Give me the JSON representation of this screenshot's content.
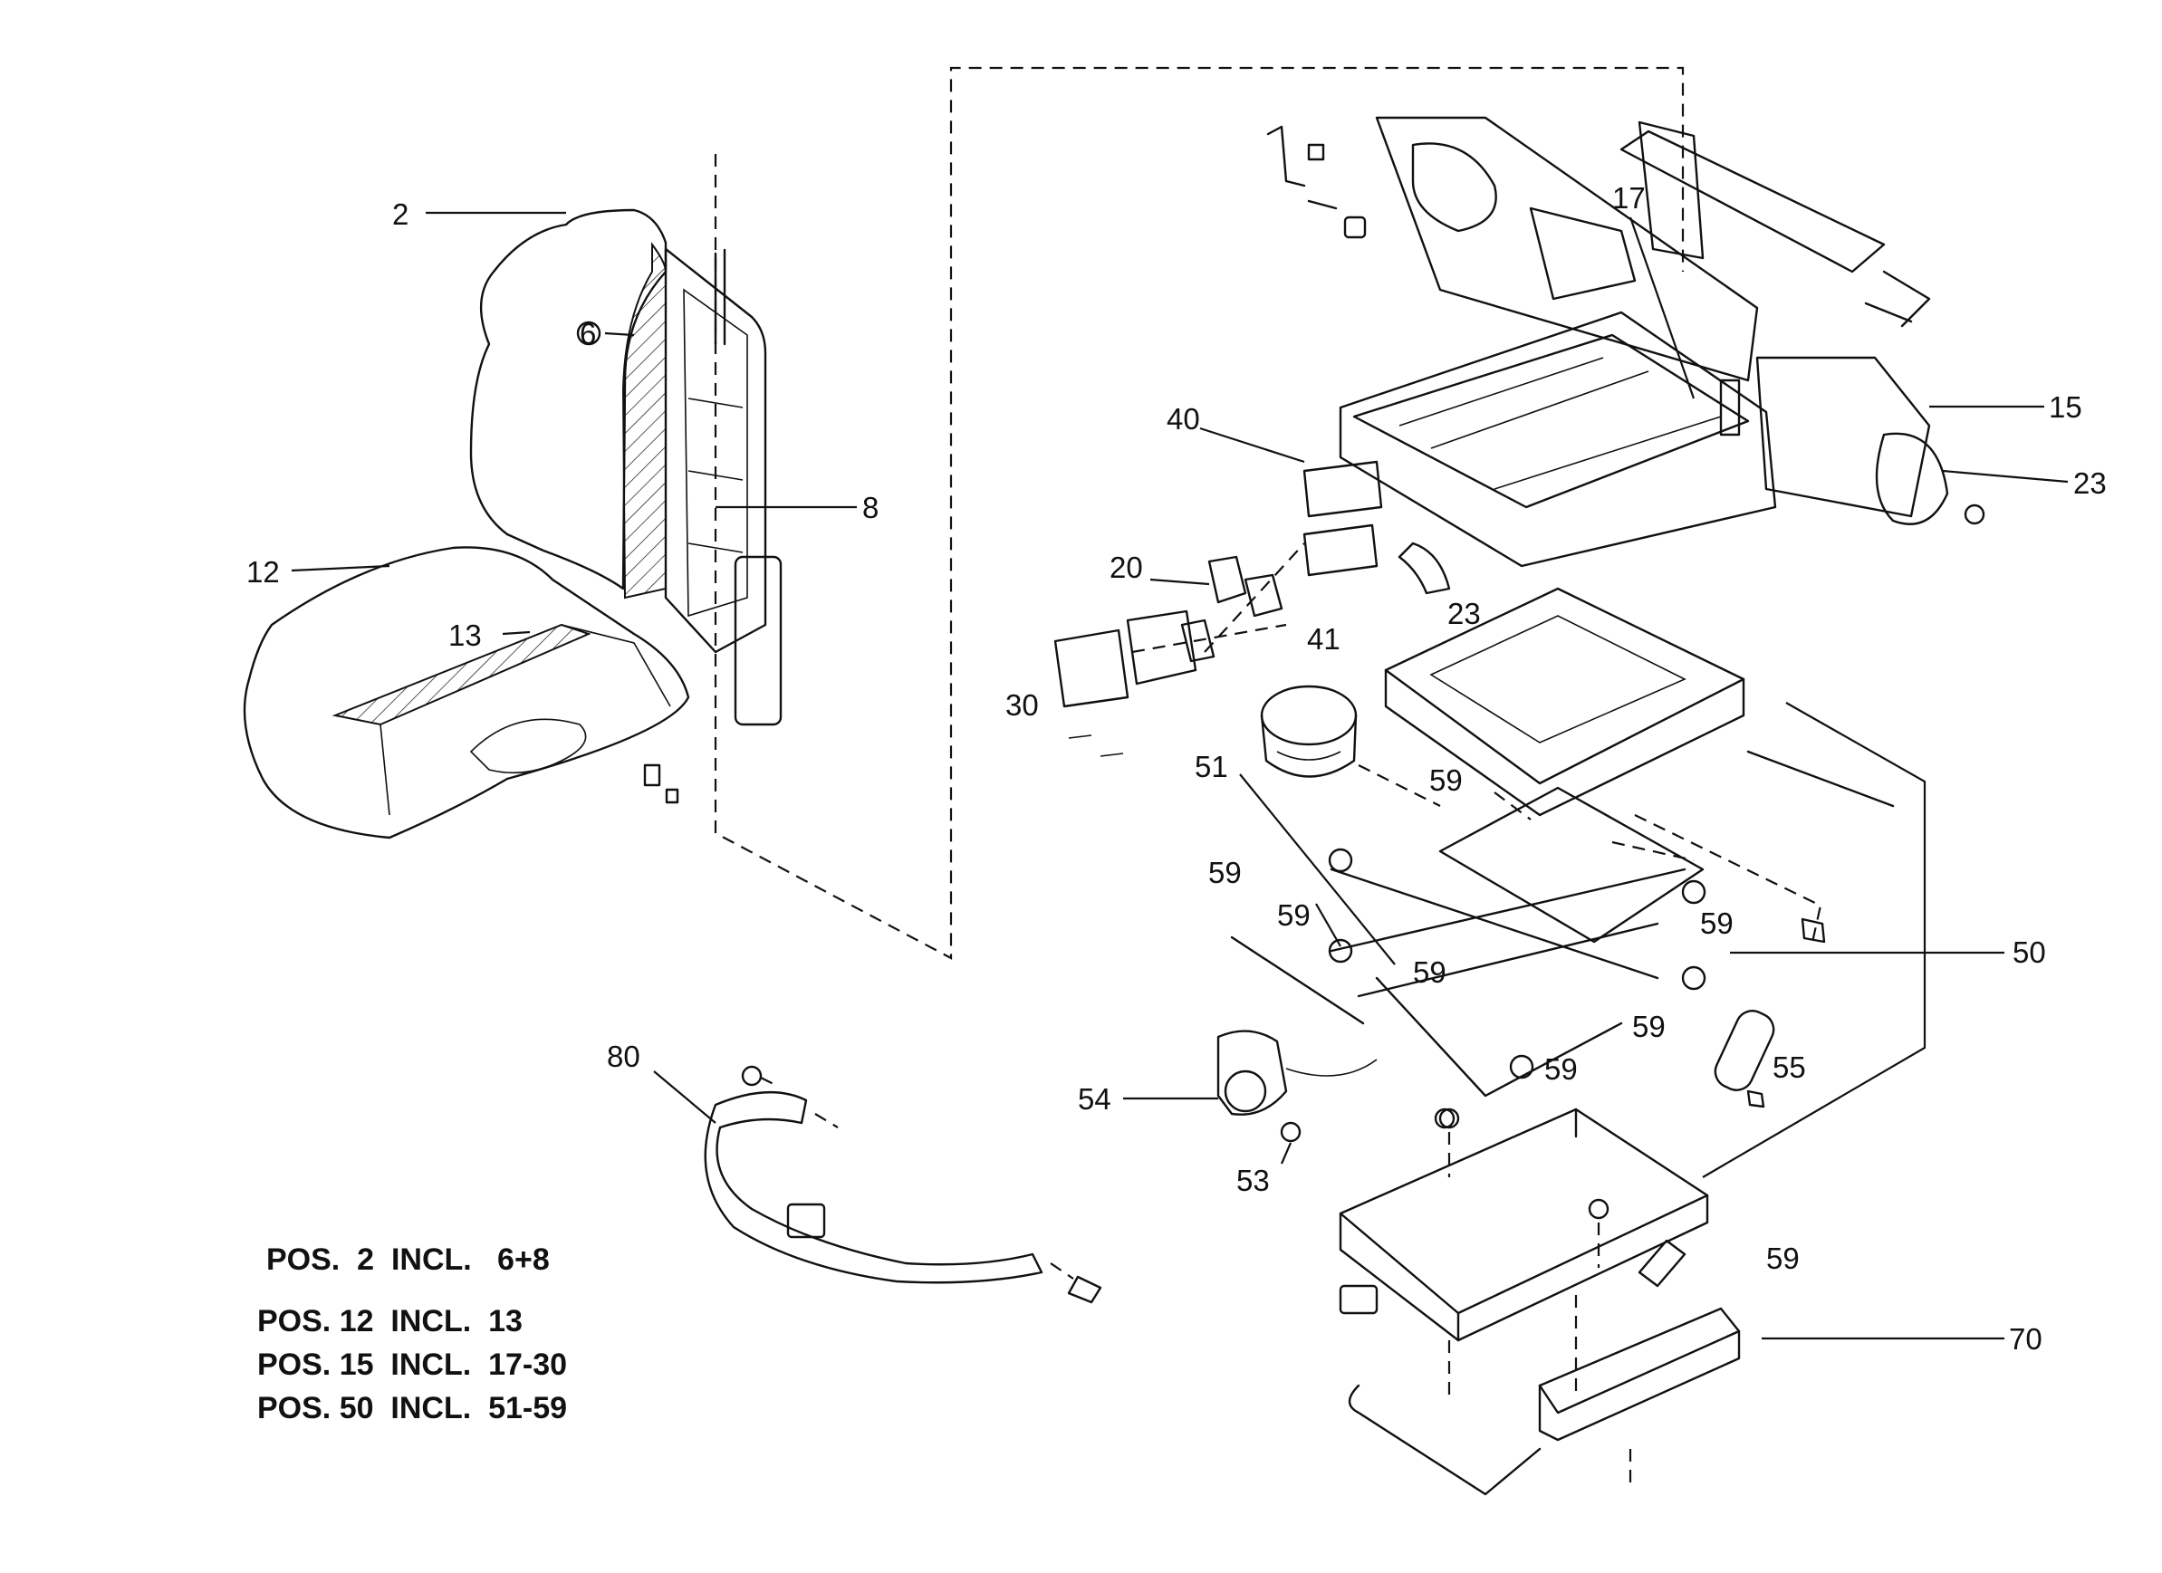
{
  "callouts": {
    "c2": "2",
    "c6": "6",
    "c8": "8",
    "c12": "12",
    "c13": "13",
    "c17": "17",
    "c15": "15",
    "c23a": "23",
    "c23b": "23",
    "c40": "40",
    "c20": "20",
    "c41": "41",
    "c30": "30",
    "c51": "51",
    "c59a": "59",
    "c59b": "59",
    "c59c": "59",
    "c59d": "59",
    "c59e": "59",
    "c59f": "59",
    "c59g": "59",
    "c59h": "59",
    "c50": "50",
    "c54": "54",
    "c53": "53",
    "c55": "55",
    "c80": "80",
    "c70": "70"
  },
  "legend": [
    "POS.  2  INCL.   6+8",
    "POS. 12  INCL.  13",
    "POS. 15  INCL.  17-30",
    "POS. 50  INCL.  51-59"
  ]
}
